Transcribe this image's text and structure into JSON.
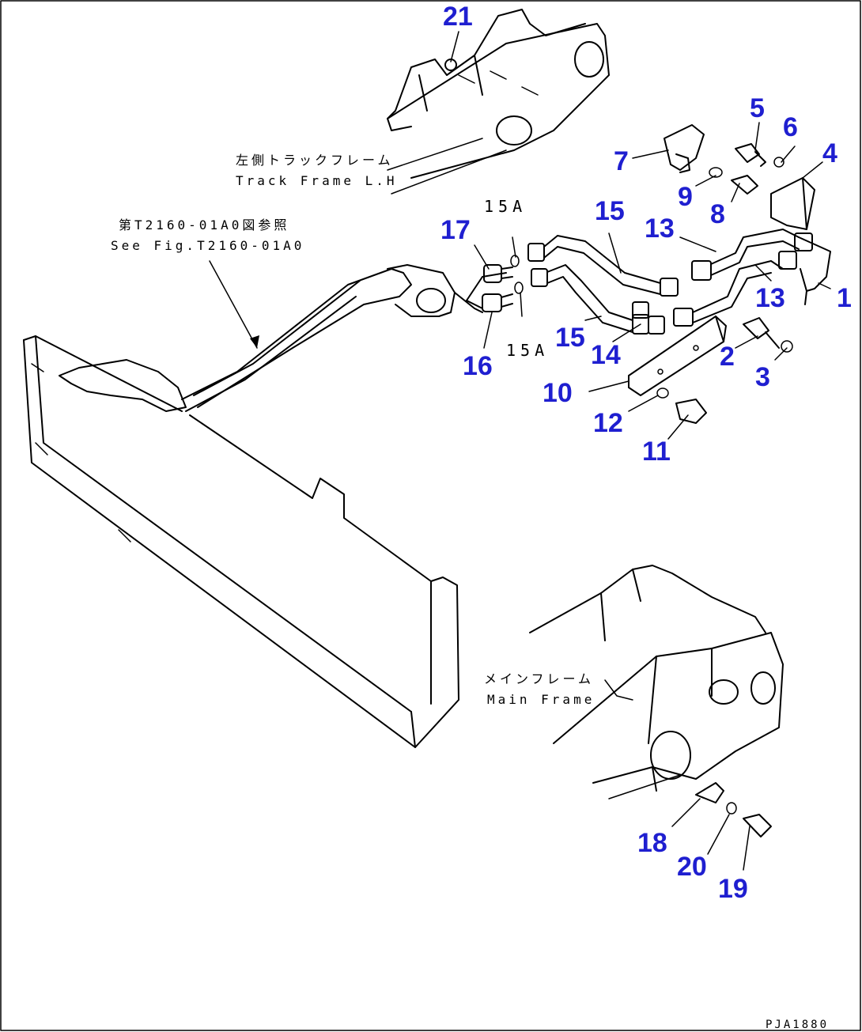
{
  "labels": {
    "track_frame_jp": "左側トラックフレーム",
    "track_frame_en": "Track Frame L.H",
    "see_fig_jp": "第T2160-01A0図参照",
    "see_fig_en": "See Fig.T2160-01A0",
    "main_frame_jp": "メインフレーム",
    "main_frame_en": "Main Frame",
    "sub_15a_upper": "15A",
    "sub_15a_lower": "15A",
    "drawing_code": "PJA1880"
  },
  "callouts": [
    "1",
    "2",
    "3",
    "4",
    "5",
    "6",
    "7",
    "8",
    "9",
    "10",
    "11",
    "12",
    "13",
    "13",
    "14",
    "15",
    "15",
    "16",
    "17",
    "18",
    "19",
    "20",
    "21"
  ],
  "colors": {
    "callout": "#1f1fd0",
    "line": "#000000",
    "background": "#ffffff"
  }
}
